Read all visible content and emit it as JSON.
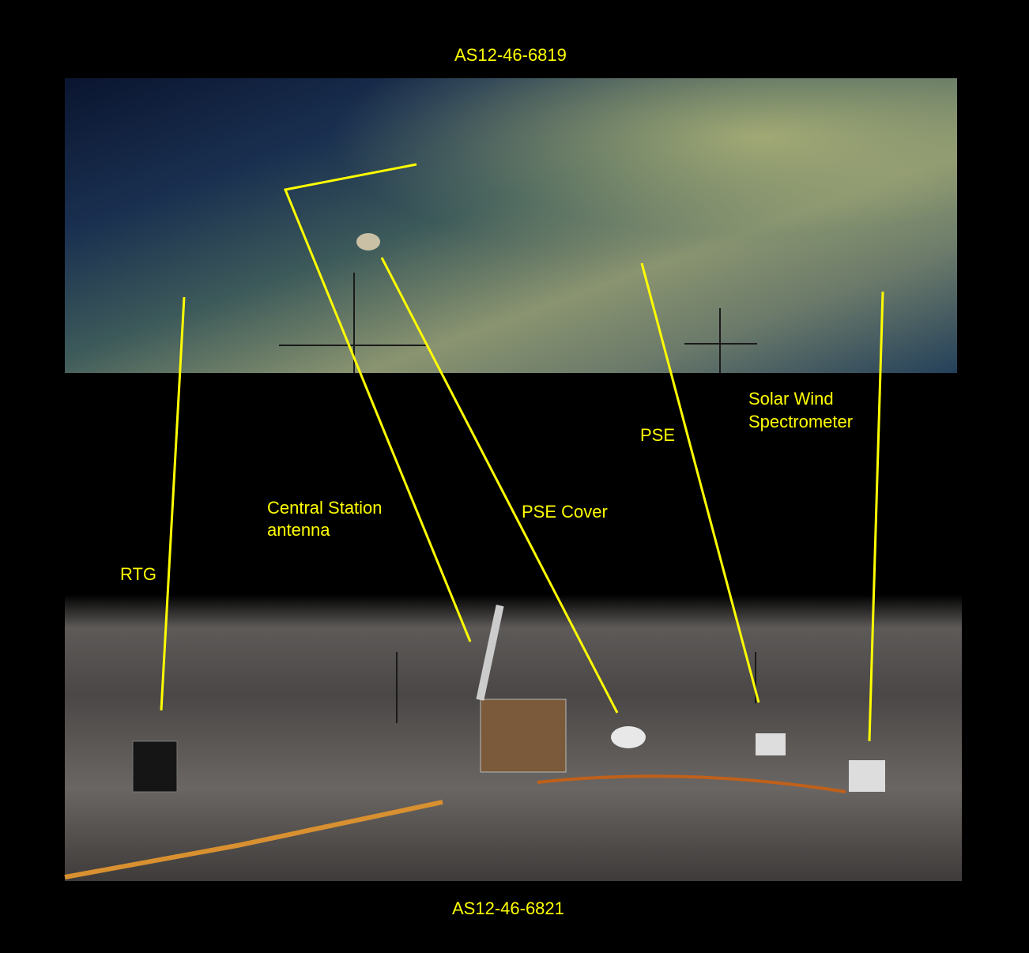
{
  "titles": {
    "top_photo_id": "AS12-46-6819",
    "bottom_photo_id": "AS12-46-6821"
  },
  "labels": {
    "rtg": "RTG",
    "central_station_line1": "Central Station",
    "central_station_line2": "antenna",
    "pse_cover": "PSE Cover",
    "pse": "PSE",
    "solar_wind_line1": "Solar Wind",
    "solar_wind_line2": "Spectrometer"
  },
  "colors": {
    "annotation": "#ffff00",
    "background": "#000000"
  }
}
